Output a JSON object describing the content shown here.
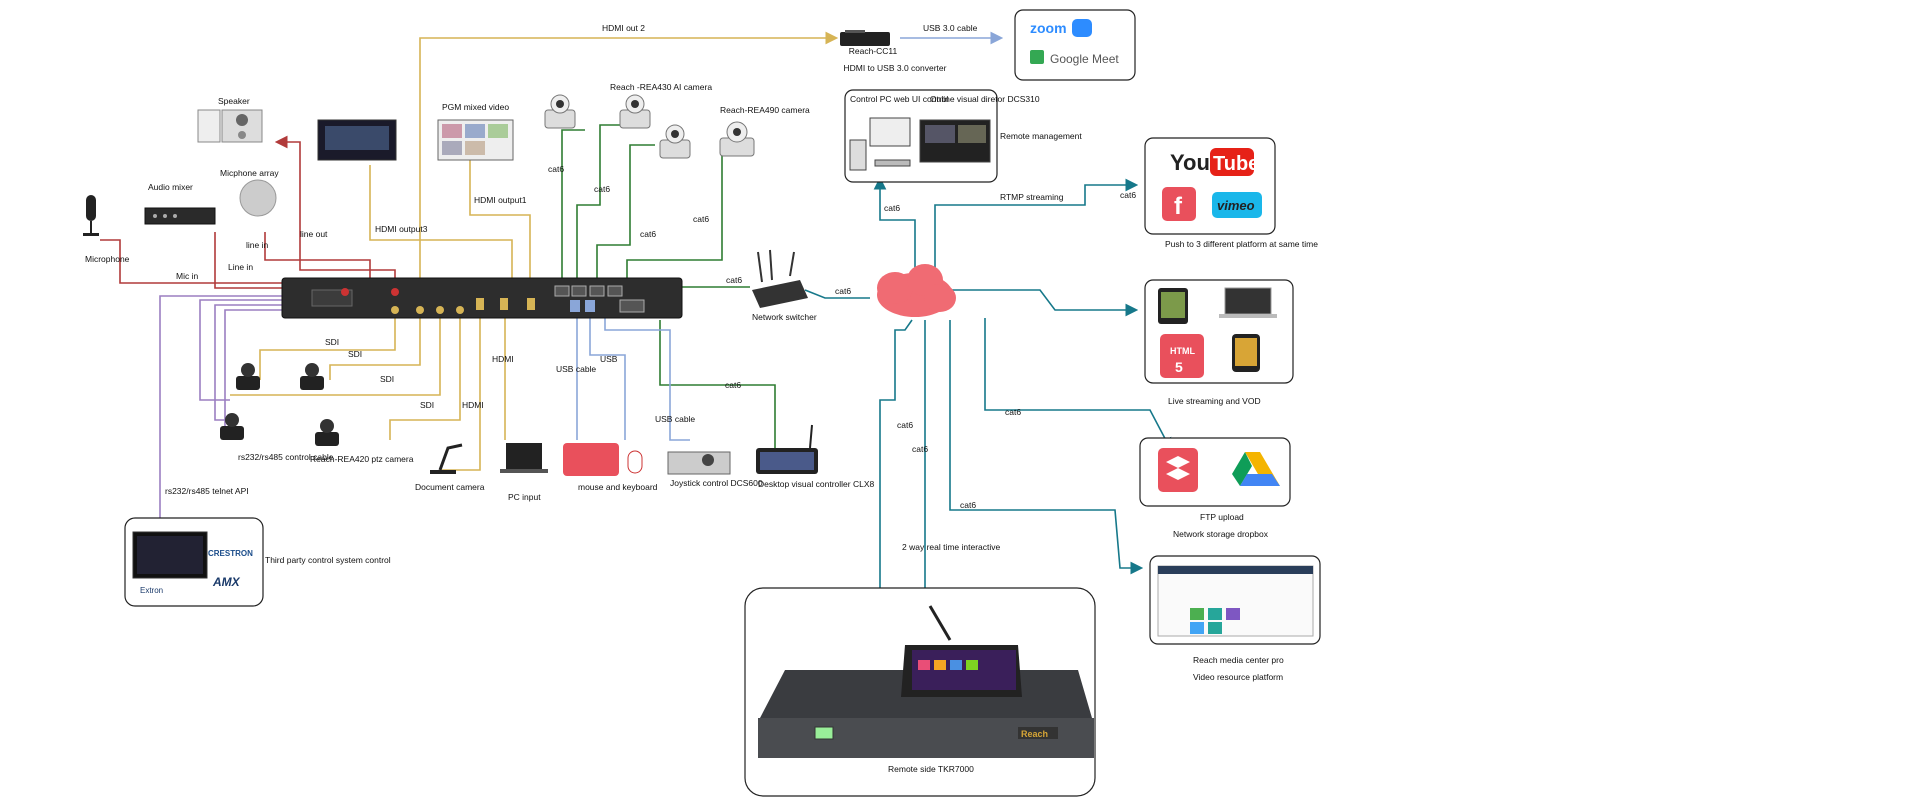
{
  "labels": {
    "hdmi_out2": "HDMI out 2",
    "usb30_cable": "USB 3.0 cable",
    "reach_cc11": "Reach-CC11",
    "hdmi_usb_converter": "HDMI to USB 3.0 converter",
    "zoom": "zoom",
    "google_meet": "Google Meet",
    "speaker": "Speaker",
    "pgm_mixed_video": "PGM mixed video",
    "rea430": "Reach -REA430 AI camera",
    "rea490": "Reach-REA490 camera",
    "control_pc": "Control PC web UI control",
    "online_director": "Online visual diretor DCS310",
    "remote_management": "Remote management",
    "audio_mixer": "Audio mixer",
    "mic_array": "Micphone array",
    "microphone": "Microphone",
    "line_out": "line out",
    "line_in_1": "line in",
    "line_in_2": "Line in",
    "mic_in": "Mic in",
    "hdmi_output1": "HDMI output1",
    "hdmi_output3": "HDMI output3",
    "cat6": "cat6",
    "rtmp_streaming": "RTMP streaming",
    "youtube_you": "You",
    "youtube_tube": "Tube",
    "facebook": "f",
    "vimeo": "vimeo",
    "push_platforms": "Push to 3  different platform at same time",
    "network_switcher": "Network switcher",
    "sdi": "SDI",
    "hdmi": "HDMI",
    "usb": "USB",
    "usb_cable": "USB cable",
    "rs232_control": "rs232/rs485 control cable",
    "rea420": "Reach-REA420 ptz camera",
    "document_camera": "Document camera",
    "pc_input": "PC input",
    "mouse_keyboard": "mouse and keyboard",
    "joystick": "Joystick control DCS600",
    "desktop_controller": "Desktop visual controller CLX8",
    "rs232_telnet": "rs232/rs485 telnet API",
    "third_party": "Third party control system control",
    "crestron": "CRESTRON",
    "amx": "AMX",
    "extron": "Extron",
    "live_vod": "Live streaming and VOD",
    "html5": "HTML",
    "ftp_upload": "FTP upload",
    "network_storage": "Network storage dropbox",
    "two_way": "2 way real time interactive",
    "reach_media_center": "Reach media center pro",
    "video_resource": "Video resource platform",
    "remote_side": "Remote side TKR7000",
    "reach_logo": "Reach"
  },
  "colors": {
    "hdmi": "#d6b455",
    "network": "#2f7d32",
    "internet": "#16788a",
    "usb": "#8aa6d8",
    "audio": "#b13a3a",
    "control": "#9b7fc1",
    "cloud": "#f06b73"
  },
  "icons": [
    "cloud-icon",
    "youtube-icon",
    "facebook-icon",
    "vimeo-icon",
    "zoom-icon",
    "google-meet-icon",
    "dropbox-icon",
    "google-drive-icon",
    "html5-icon",
    "ptz-camera-icon",
    "speaker-icon",
    "microphone-icon",
    "router-icon",
    "laptop-icon",
    "keyboard-icon",
    "mouse-icon",
    "joystick-icon",
    "tablet-icon"
  ]
}
